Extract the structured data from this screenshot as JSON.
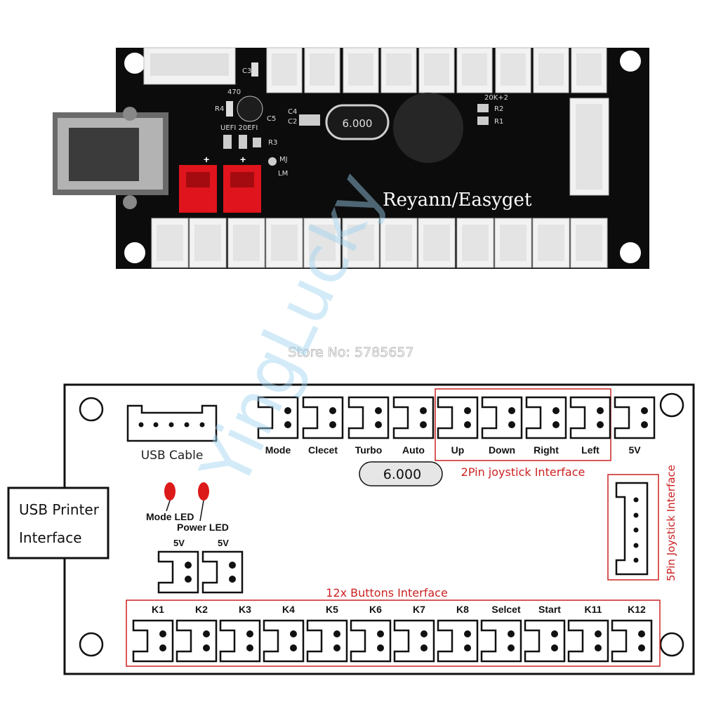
{
  "photo": {
    "brand_text": "Reyann/Easyget",
    "crystal": "6.000",
    "silk": {
      "c3": "C3",
      "r470": "470",
      "r4": "R4",
      "c5": "C5",
      "c4": "C4",
      "c2": "C2",
      "led_codes": "UEFI 20EFI",
      "r3": "R3",
      "mj": "MJ",
      "lm": "LM",
      "plus1": "+",
      "plus2": "+",
      "r_code": "20K+2",
      "r2": "R2",
      "r1": "R1"
    }
  },
  "store_text": "Store No: 5785657",
  "watermark": "YingLucky",
  "diagram": {
    "usb_cable_label": "USB Cable",
    "usb_printer_label_line1": "USB Printer",
    "usb_printer_label_line2": "Interface",
    "crystal_label": "6.000",
    "top_buttons": [
      "Mode",
      "Clecet",
      "Turbo",
      "Auto"
    ],
    "joystick_2pin_buttons": [
      "Up",
      "Down",
      "Right",
      "Left"
    ],
    "fivev_top": "5V",
    "joystick_2pin_caption": "2Pin joystick Interface",
    "joystick_5pin_caption": "5Pin Joystick Interface",
    "mode_led": "Mode LED",
    "power_led": "Power LED",
    "fivev_left_1": "5V",
    "fivev_left_2": "5V",
    "buttons_caption": "12x Buttons Interface",
    "bottom_buttons": [
      "K1",
      "K2",
      "K3",
      "K4",
      "K5",
      "K6",
      "K7",
      "K8",
      "Selcet",
      "Start",
      "K11",
      "K12"
    ]
  },
  "colors": {
    "board": "#0c0c0c",
    "connector": "#f2f2f2",
    "red_header": "#e0141c",
    "highlight_box": "#cc2222",
    "watermark": "#9fd3f0"
  }
}
